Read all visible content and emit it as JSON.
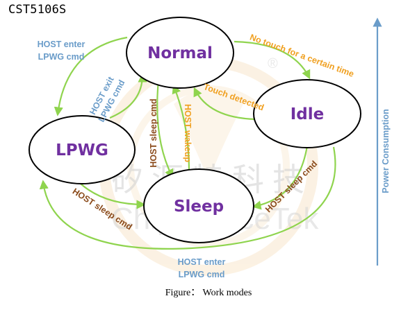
{
  "title": "CST5106S",
  "caption": "Figure： Work modes",
  "watermark": {
    "chinese": "矽源特科技",
    "english": "ChipSourceTek",
    "registered": "®"
  },
  "nodes": {
    "normal": "Normal",
    "idle": "Idle",
    "lpwg": "LPWG",
    "sleep": "Sleep"
  },
  "transitions": {
    "normal_to_lpwg": [
      "HOST enter",
      "LPWG cmd"
    ],
    "lpwg_to_normal": [
      "HOST exit",
      "LPWG cmd"
    ],
    "normal_to_idle": "No touch for a certain time",
    "idle_to_normal": "Touch detected",
    "normal_to_sleep": "HOST sleep cmd",
    "sleep_to_normal": "HOST wakeup",
    "lpwg_to_sleep": "HOST sleep cmd",
    "idle_to_sleep": "HOST sleep cmd",
    "idle_to_lpwg": [
      "HOST enter",
      "LPWG cmd"
    ]
  },
  "axis": {
    "label": "Power Consumption"
  },
  "colors": {
    "arrow": "#8fd44e",
    "node_text": "#7030a0",
    "label_blue": "#6a9cc9",
    "label_orange": "#f0a020",
    "label_brown": "#8a4a1a",
    "axis": "#6a9cc9"
  }
}
